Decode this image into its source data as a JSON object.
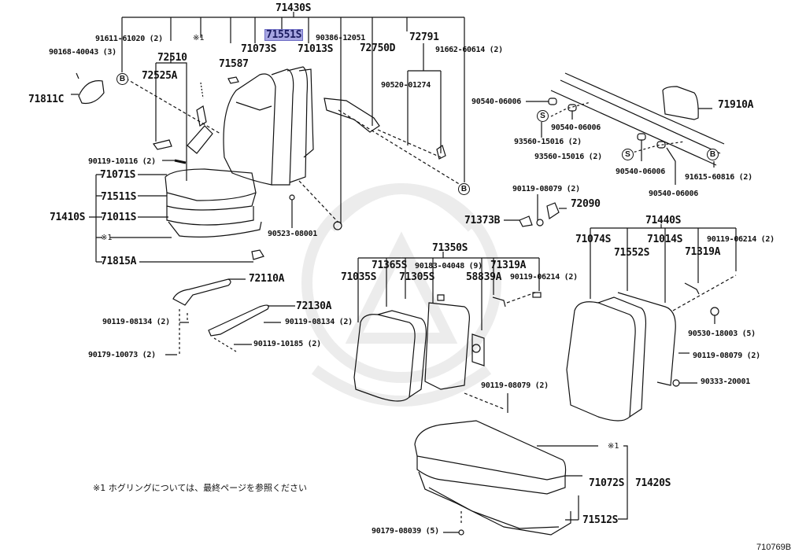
{
  "diagram": {
    "title": "Seat & Seat Track Parts Diagram",
    "highlighted_part": "71551S",
    "highlight_color": "#a7a6e2",
    "reference_code": "710769B",
    "footnote": "※1  ホグリングについては、最終ページを参照ください",
    "markers": {
      "B": "B",
      "S": "S",
      "note1": "※1"
    }
  },
  "groups": {
    "front_seat_back_assy": "71430S",
    "front_seat_cushion_assy": "71410S",
    "rear_seat_back_assy": "71350S",
    "rear_seat_back_assy_2": "71440S",
    "rear_seat_cushion_assy": "71420S"
  },
  "labels": {
    "p71430S": "71430S",
    "p91611": "91611-61020 (2)",
    "p90168": "90168-40043 (3)",
    "p72510": "72510",
    "p72525A": "72525A",
    "p71811C": "71811C",
    "pNote1a": "※1",
    "p71587": "71587",
    "p71551S": "71551S",
    "p71073S": "71073S",
    "p71013S": "71013S",
    "p90386": "90386-12051",
    "p72750D": "72750D",
    "p72791": "72791",
    "p90520": "90520-01274",
    "p91662": "91662-60614 (2)",
    "p90540a": "90540-06006",
    "p90540b": "90540-06006",
    "p93560a": "93560-15016 (2)",
    "p93560b": "93560-15016 (2)",
    "p90540c": "90540-06006",
    "p90540d": "90540-06006",
    "p91615": "91615-60816 (2)",
    "p71910A": "71910A",
    "p90119_10116": "90119-10116 (2)",
    "p71071S": "71071S",
    "p71511S": "71511S",
    "p71410S": "71410S",
    "p71011S": "71011S",
    "pNote1b": "※1",
    "p71815A": "71815A",
    "p90523": "90523-08001",
    "p90119_08079a": "90119-08079 (2)",
    "p72090": "72090",
    "p71373B": "71373B",
    "p71440S": "71440S",
    "p71074S": "71074S",
    "p71014S": "71014S",
    "p90119_06214b": "90119-06214 (2)",
    "p71552S": "71552S",
    "p71319Ab": "71319A",
    "p71350S": "71350S",
    "p71365S": "71365S",
    "p90183": "90183-04048 (9)",
    "p71319Aa": "71319A",
    "p71035S": "71035S",
    "p71305S": "71305S",
    "p58839A": "58839A",
    "p90119_06214a": "90119-06214 (2)",
    "p72110A": "72110A",
    "p72130A": "72130A",
    "p90119_08134a": "90119-08134 (2)",
    "p90119_08134b": "90119-08134 (2)",
    "p90119_10185": "90119-10185 (2)",
    "p90179_10073": "90179-10073 (2)",
    "p90530": "90530-18003 (5)",
    "p90119_08079c": "90119-08079 (2)",
    "p90333": "90333-20001",
    "p90119_08079b": "90119-08079 (2)",
    "pNote1c": "※1",
    "p71072S": "71072S",
    "p71420S": "71420S",
    "p71512S": "71512S",
    "p90179_08039": "90179-08039 (5)"
  }
}
